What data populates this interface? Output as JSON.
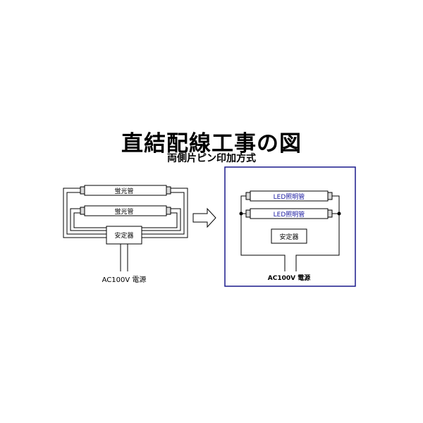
{
  "diagram": {
    "title": "直結配線工事の図",
    "subtitle": "両側片ピン印加方式",
    "before": {
      "tube_top_label": "蛍光管",
      "tube_bottom_label": "蛍光管",
      "ballast_label": "安定器",
      "power_label": "AC100V 電源"
    },
    "after": {
      "tube_top_label": "LED照明管",
      "tube_bottom_label": "LED照明管",
      "ballast_label": "安定器",
      "power_label": "AC100V 電源"
    }
  },
  "colors": {
    "line": "#000000",
    "frame": "#1a1a8c",
    "led_text": "#1a1aa0",
    "tube_fill": "#ffffff",
    "tube_cap": "#d9d9d9"
  }
}
